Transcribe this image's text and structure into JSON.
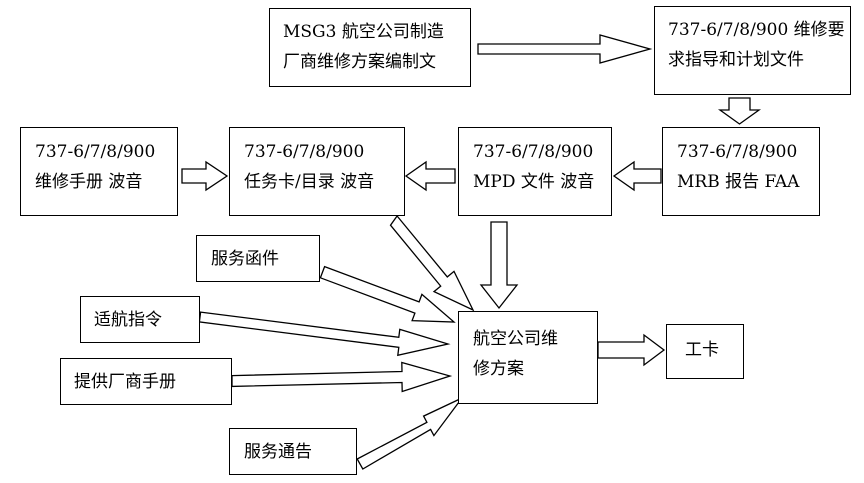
{
  "boxes": {
    "msg3": {
      "line1": "MSG3 航空公司制造",
      "line2": "厂商维修方案编制文"
    },
    "mpd_guide": {
      "line1": "737-6/7/8/900 维修要",
      "line2": "求指导和计划文件"
    },
    "maint_manual": {
      "line1": "737-6/7/8/900",
      "line2": "维修手册  波音"
    },
    "task_card": {
      "line1": "737-6/7/8/900",
      "line2": "任务卡/目录  波音"
    },
    "mpd_file": {
      "line1": "737-6/7/8/900",
      "line2": "MPD 文件  波音"
    },
    "mrb": {
      "line1": "737-6/7/8/900",
      "line2": "MRB 报告  FAA"
    },
    "service_letter": {
      "label": "服务函件"
    },
    "airworthiness_directive": {
      "label": "适航指令"
    },
    "vendor_manual": {
      "label": "提供厂商手册"
    },
    "service_bulletin": {
      "label": "服务通告"
    },
    "airline_program": {
      "line1": "航空公司维",
      "line2": "修方案"
    },
    "work_card": {
      "label": "工卡"
    }
  }
}
